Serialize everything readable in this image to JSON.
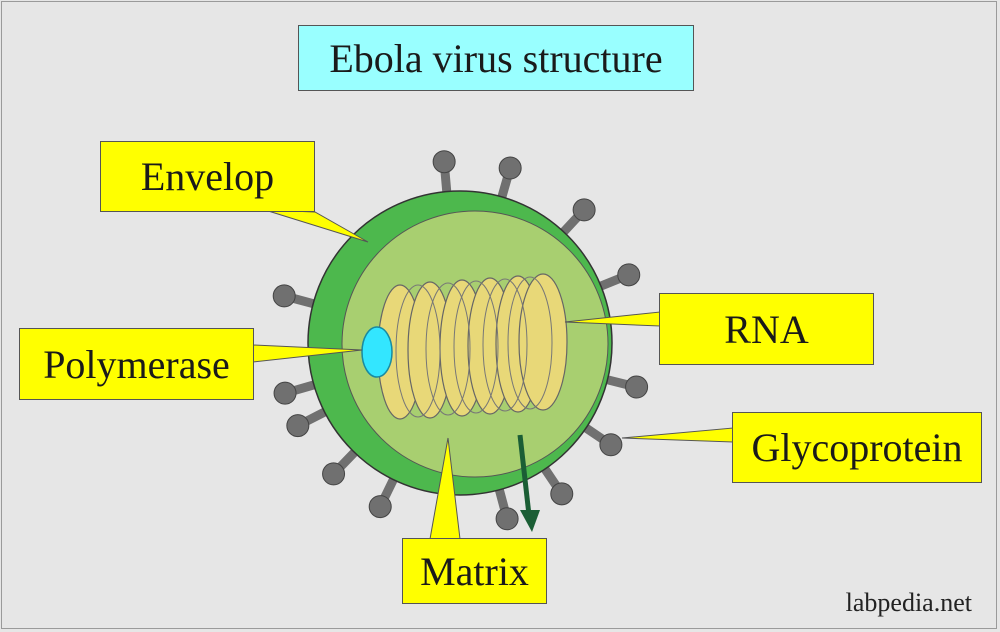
{
  "title": "Ebola virus structure",
  "labels": {
    "envelop": "Envelop",
    "polymerase": "Polymerase",
    "rna": "RNA",
    "glycoprotein": "Glycoprotein",
    "matrix": "Matrix"
  },
  "credit": "labpedia.net",
  "colors": {
    "background": "#e6e6e6",
    "title_box": "#99ffff",
    "label_box": "#ffff00",
    "envelope": "#4db84d",
    "matrix": "#a8cf70",
    "rna": "#e8d878",
    "polymerase": "#33e6ff",
    "glycoprotein": "#707070",
    "arrow": "#1b5e35"
  }
}
